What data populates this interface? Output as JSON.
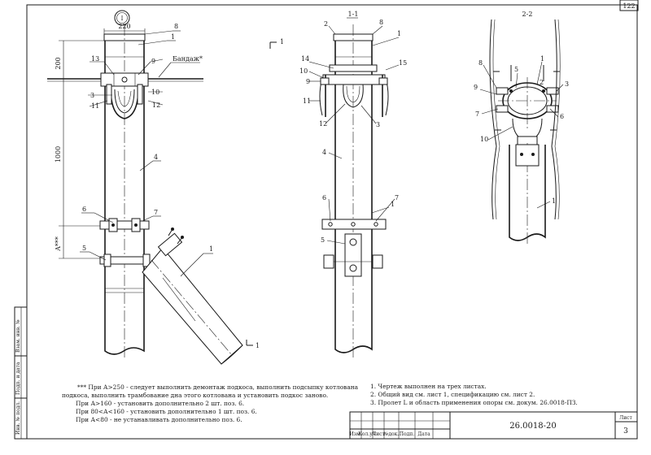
{
  "sheet_number": "122",
  "main_view": {
    "circle_marker": "I",
    "dims": {
      "width": "220",
      "height_top": "200",
      "height_mid": "1000",
      "height_a": "A***"
    },
    "bandage_label": "Бандаж*",
    "section_mark": "1",
    "labels": [
      "8",
      "1",
      "13",
      "9",
      "3",
      "10",
      "11",
      "12",
      "4",
      "6",
      "7",
      "5",
      "1"
    ]
  },
  "section_1_1": {
    "title": "1-1",
    "labels": [
      "2",
      "8",
      "1",
      "14",
      "15",
      "10",
      "9",
      "11",
      "12",
      "3",
      "4",
      "6",
      "7",
      "5",
      "1"
    ]
  },
  "section_2_2": {
    "title": "2-2",
    "labels": [
      "8",
      "1",
      "5",
      "2",
      "3",
      "9",
      "7",
      "6",
      "10",
      "1"
    ]
  },
  "notes_left": [
    "*** При А>250 - следует выполнить демонтаж подкоса, выполнить подсыпку котлована",
    "подкоса, выполнить трамбование дна этого котлована и установить подкос заново.",
    "При А>160 - установить дополнительно 2 шт. поз. 6.",
    "При 80<А<160 - установить дополнительно 1 шт. поз. 6.",
    "При А<80 - не устанавливать дополнительно поз. 6."
  ],
  "notes_right": [
    "1. Чертеж выполнен на трех листах.",
    "2. Общий вид см. лист 1, спецификацию см. лист 2.",
    "3. Пролет L и область применения опоры см. докум. 26.0018-ПЗ."
  ],
  "title_block": {
    "code": "26.0018-20",
    "sheet_label": "Лист",
    "sheet_value": "3",
    "columns": [
      "Изм.",
      "Кол.уч",
      "Лист",
      "№док.",
      "Подп.",
      "Дата"
    ]
  },
  "side_stamp": [
    "Инв. № подл.",
    "Подп. и дата",
    "Взам. инв. №"
  ]
}
